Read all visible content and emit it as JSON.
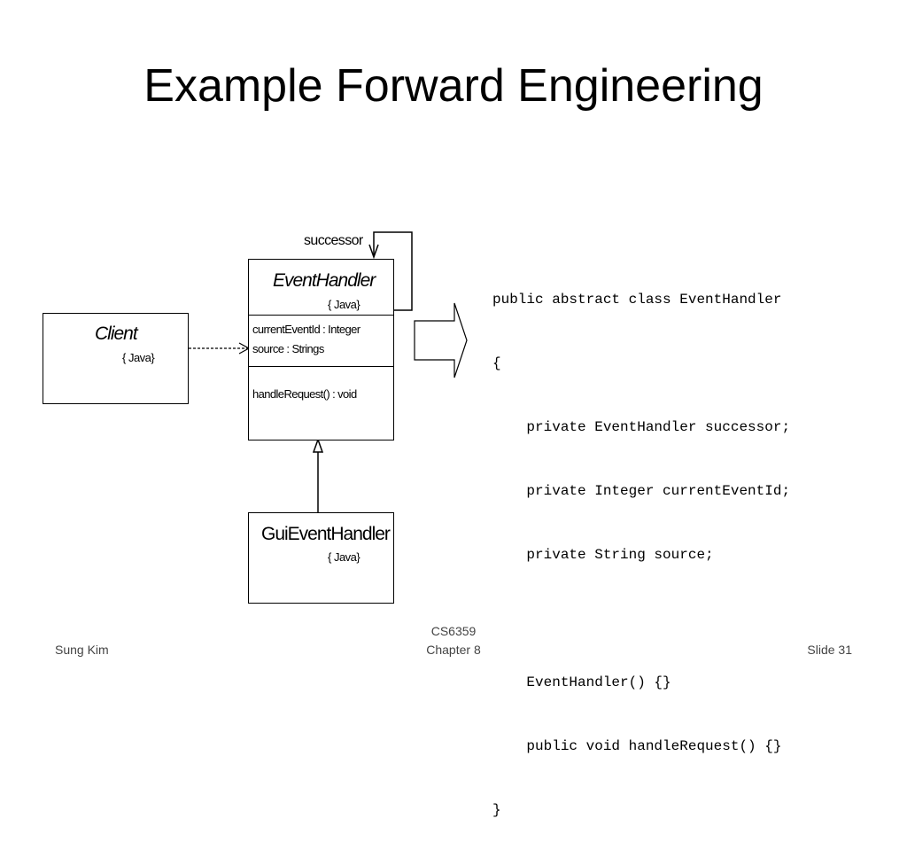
{
  "slide": {
    "title": "Example Forward Engineering"
  },
  "diagram": {
    "event_handler": {
      "name": "EventHandler",
      "tag": "{ Java}",
      "attributes": [
        "currentEventId : Integer",
        "source : Strings"
      ],
      "operations": [
        "handleRequest() : void"
      ],
      "self_association_role": "successor"
    },
    "client": {
      "name": "Client",
      "tag": "{ Java}"
    },
    "gui_event_handler": {
      "name": "GuiEventHandler",
      "tag": "{ Java}"
    }
  },
  "code": {
    "lines": [
      "public abstract class EventHandler",
      "{",
      "    private EventHandler successor;",
      "    private Integer currentEventId;",
      "    private String source;",
      "",
      "    EventHandler() {}",
      "    public void handleRequest() {}",
      "}"
    ]
  },
  "footer": {
    "author": "Sung Kim",
    "course_line1": "CS6359",
    "course_line2": "Chapter 8",
    "slide_number": "Slide 31"
  }
}
